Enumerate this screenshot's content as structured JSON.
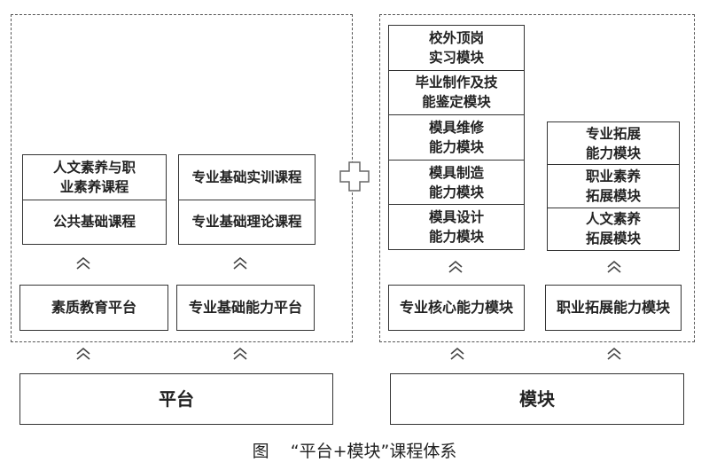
{
  "left": {
    "stack1": [
      "人文素养与职\n业素养课程",
      "公共基础课程"
    ],
    "stack2": [
      "专业基础实训课程",
      "专业基础理论课程"
    ],
    "platform1": "素质教育平台",
    "platform2": "专业基础能力平台"
  },
  "right": {
    "stack1": [
      "校外顶岗\n实习模块",
      "毕业制作及技\n能鉴定模块",
      "模具维修\n能力模块",
      "模具制造\n能力模块",
      "模具设计\n能力模块"
    ],
    "stack2": [
      "专业拓展\n能力模块",
      "职业素养\n拓展模块",
      "人文素养\n拓展模块"
    ],
    "module1": "专业核心能力模块",
    "module2": "职业拓展能力模块"
  },
  "bottom": {
    "platform": "平台",
    "module": "模块"
  },
  "caption": "图    “平台+模块”课程体系"
}
